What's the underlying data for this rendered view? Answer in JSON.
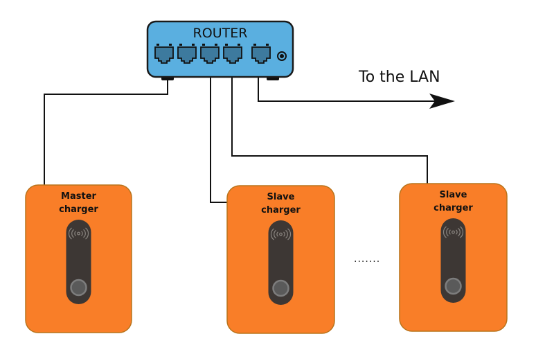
{
  "router": {
    "title": "ROUTER",
    "port_count": 5,
    "colors": {
      "body": "#5aafe0",
      "port": "#3d7a9e",
      "outline": "#1a1a1a"
    }
  },
  "lan": {
    "label": "To the LAN"
  },
  "chargers": [
    {
      "id": "master",
      "line1": "Master",
      "line2": "charger",
      "role": "master"
    },
    {
      "id": "slave1",
      "line1": "Slave",
      "line2": "charger",
      "role": "slave"
    },
    {
      "id": "slave2",
      "line1": "Slave",
      "line2": "charger",
      "role": "slave"
    }
  ],
  "ellipsis": ".......",
  "colors": {
    "charger_body": "#f97e28",
    "charger_border": "#b8731a",
    "panel": "#3d3734",
    "button": "#5a5a5a",
    "button_ring": "#7d7d7d",
    "nfc": "#8a8580",
    "wire": "#111111"
  }
}
